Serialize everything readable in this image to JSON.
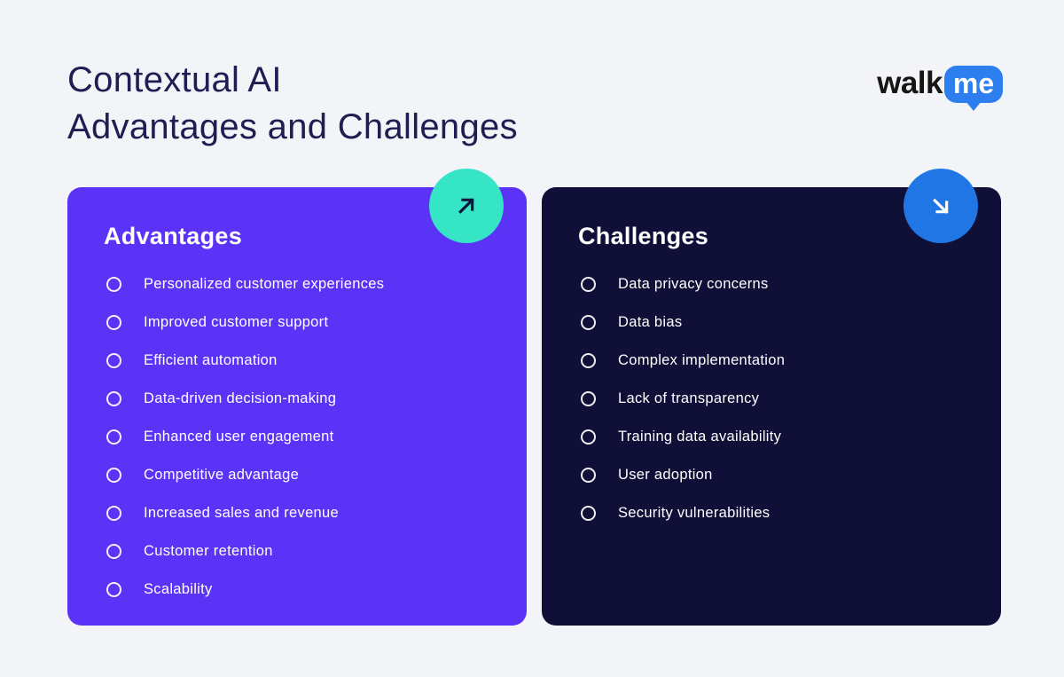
{
  "page": {
    "background_color": "#F2F4F8"
  },
  "header": {
    "title_line1": "Contextual AI",
    "title_line2": "Advantages and Challenges",
    "title_color": "#201D52"
  },
  "logo": {
    "walk": "walk",
    "me": "me",
    "bubble_color": "#2D7FF0",
    "walk_color": "#151515"
  },
  "cards": {
    "advantages": {
      "title": "Advantages",
      "bg_color": "#5A33F7",
      "badge_color": "#35E5C6",
      "badge_icon": "arrow-up-right",
      "badge_arrow_color": "#14143C",
      "items": [
        "Personalized customer experiences",
        "Improved customer support",
        "Efficient automation",
        "Data-driven decision-making",
        "Enhanced user engagement",
        "Competitive advantage",
        "Increased sales and revenue",
        "Customer retention",
        "Scalability"
      ]
    },
    "challenges": {
      "title": "Challenges",
      "bg_color": "#100F38",
      "badge_color": "#2176E5",
      "badge_icon": "arrow-down-right",
      "badge_arrow_color": "#FFFFFF",
      "items": [
        "Data privacy concerns",
        "Data bias",
        "Complex implementation",
        "Lack of transparency",
        "Training data availability",
        "User adoption",
        "Security vulnerabilities"
      ]
    }
  }
}
